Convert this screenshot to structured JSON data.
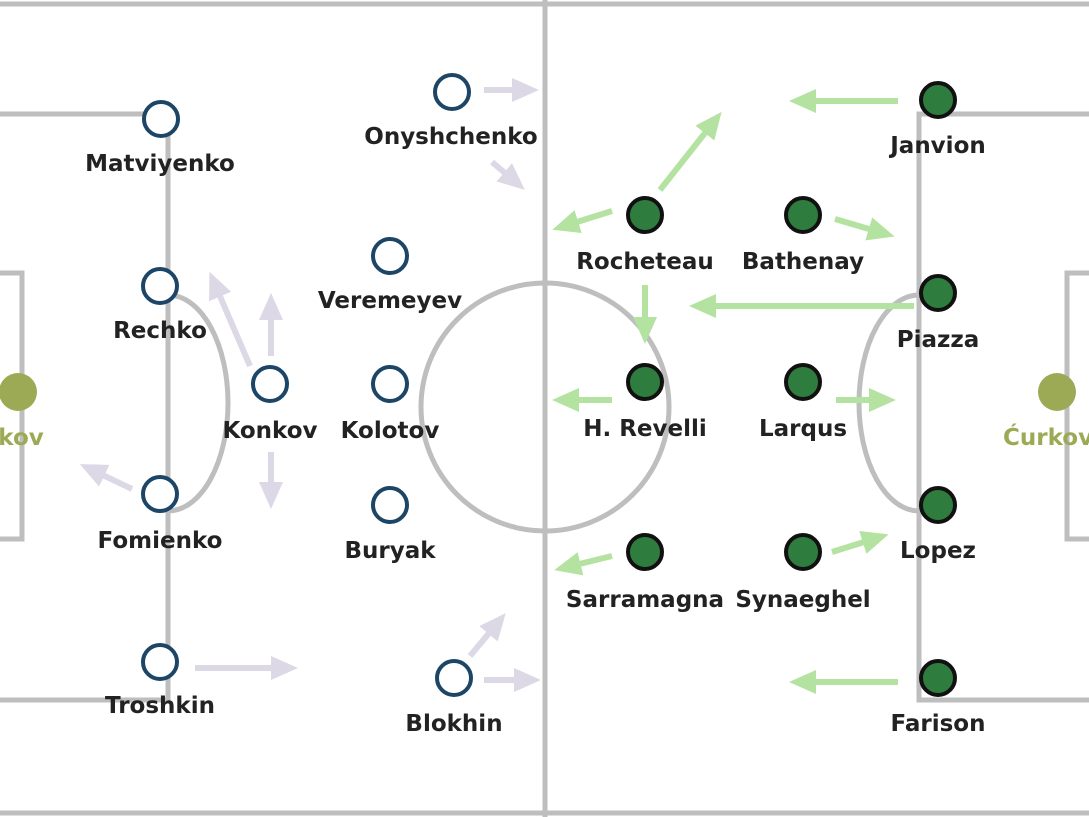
{
  "colors": {
    "pitch_lines": "#bebebe",
    "home_stroke": "#1c4566",
    "home_fill": "#ffffff",
    "home_arrow": "#dcd8e6",
    "away_stroke": "#111111",
    "away_fill": "#2e7d3e",
    "away_arrow": "#b4e2a0",
    "goalkeeper": "#9caa56",
    "label": "#222222"
  },
  "home_team": {
    "goalkeeper": {
      "name": "Rudakov"
    },
    "players": [
      {
        "name": "Matviyenko"
      },
      {
        "name": "Rechko"
      },
      {
        "name": "Konkov"
      },
      {
        "name": "Fomienko"
      },
      {
        "name": "Troshkin"
      },
      {
        "name": "Onyshchenko"
      },
      {
        "name": "Veremeyev"
      },
      {
        "name": "Kolotov"
      },
      {
        "name": "Buryak"
      },
      {
        "name": "Blokhin"
      }
    ]
  },
  "away_team": {
    "goalkeeper": {
      "name": "Ćurkovic"
    },
    "players": [
      {
        "name": "Janvion"
      },
      {
        "name": "Rocheteau"
      },
      {
        "name": "Bathenay"
      },
      {
        "name": "Piazza"
      },
      {
        "name": "H. Revelli"
      },
      {
        "name": "Larqus"
      },
      {
        "name": "Lopez"
      },
      {
        "name": "Sarramagna"
      },
      {
        "name": "Synaeghel"
      },
      {
        "name": "Farison"
      }
    ]
  }
}
